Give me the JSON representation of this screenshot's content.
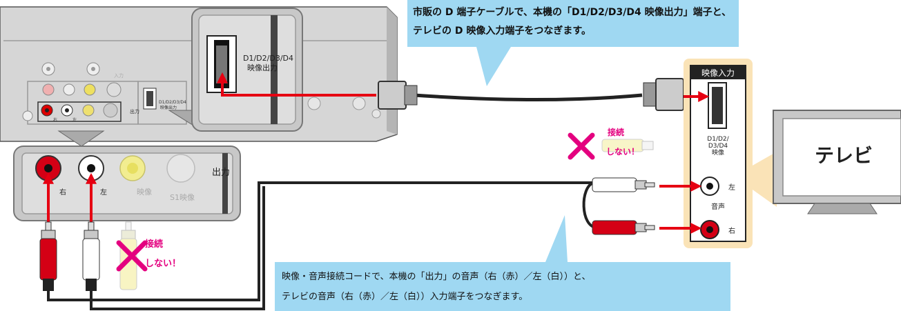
{
  "callout_top": {
    "line1": "市販の D 端子ケーブルで、本機の「D1/D2/D3/D4 映像出力」端子と、",
    "line2": "テレビの D 映像入力端子をつなぎます。"
  },
  "callout_bottom": {
    "line1": "映像・音声接続コードで、本機の「出力」の音声（右（赤）／左（白））と、",
    "line2": "テレビの音声（右（赤）／左（白））入力端子をつなぎます。"
  },
  "recorder": {
    "zoom_d_label_1": "D1/D2/D3/D4",
    "zoom_d_label_2": "映像出力",
    "small_d_label_1": "D1/D2/D3/D4",
    "small_d_label_2": "映像出力",
    "output_small": "出力",
    "right_small": "右",
    "left_small": "左",
    "input_small": "入力"
  },
  "output_zoom": {
    "right": "右",
    "left": "左",
    "video": "映像",
    "s1_video": "S1映像",
    "output": "出力"
  },
  "tv_panel": {
    "header": "映像入力",
    "d_label_1": "D1/D2/",
    "d_label_2": "D3/D4",
    "d_label_3": "映像",
    "left": "左",
    "audio": "音声",
    "right": "右"
  },
  "tv": {
    "label": "テレビ"
  },
  "no_connect_top": {
    "line1": "接続",
    "line2": "しない！"
  },
  "no_connect_bottom": {
    "line1": "接続",
    "line2": "しない！"
  },
  "colors": {
    "callout": "#9fd8f2",
    "arrow": "#e60012",
    "panel": "#fae3b7",
    "recorder_body": "#d9d9d9",
    "cable": "#222222",
    "cross": "#e4007f"
  }
}
